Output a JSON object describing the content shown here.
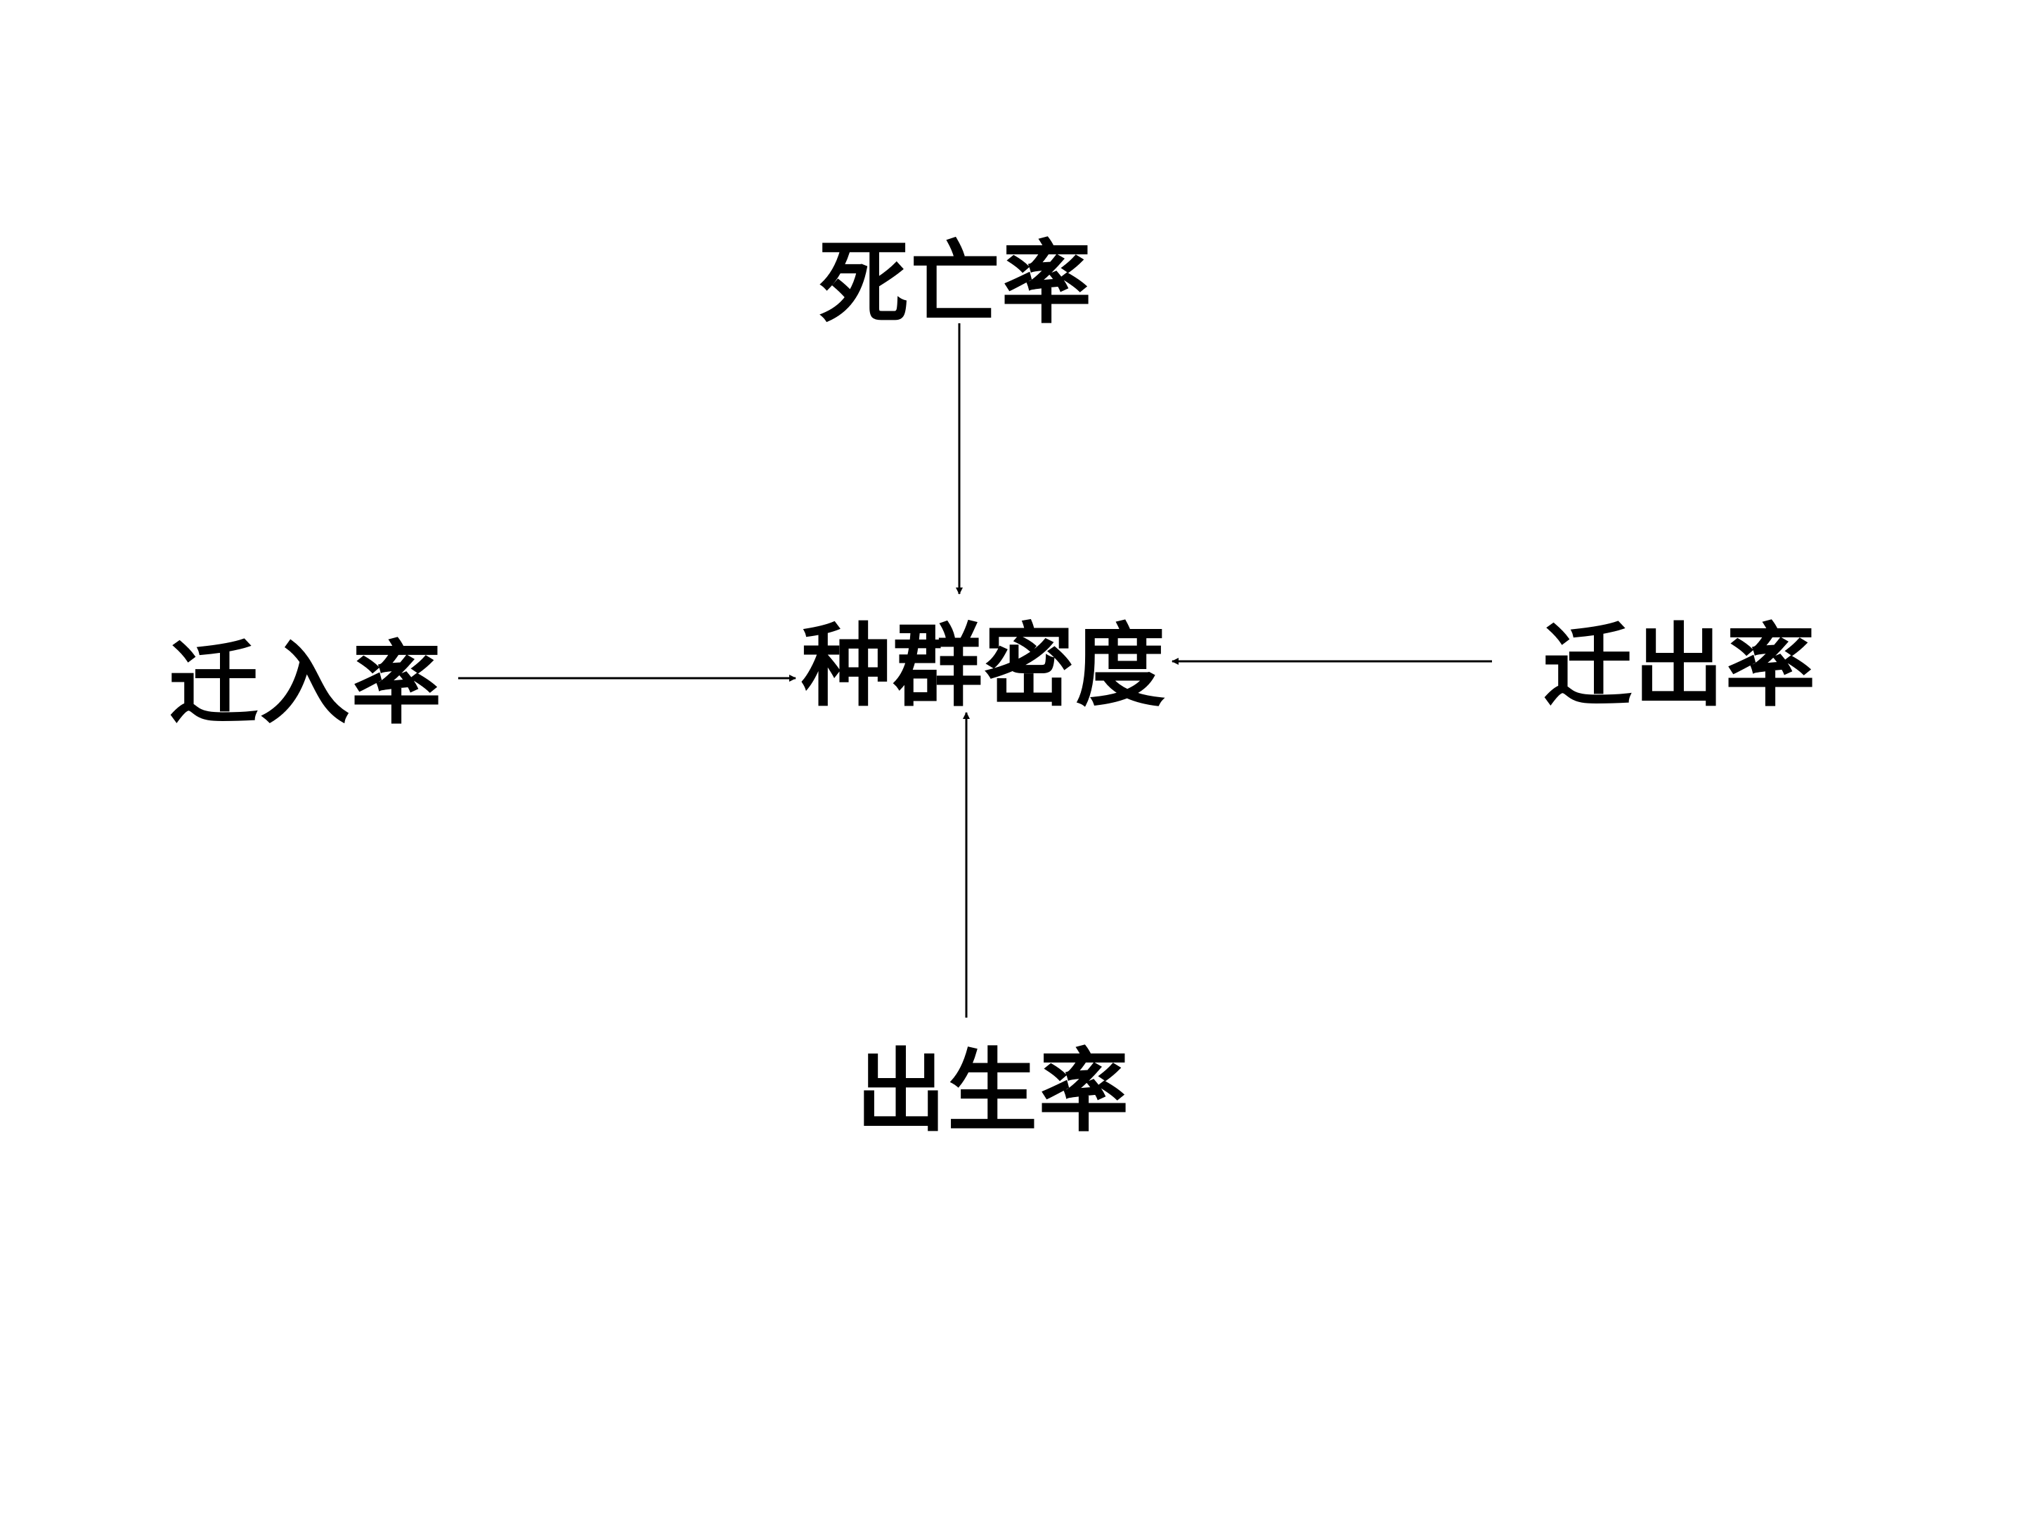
{
  "diagram": {
    "center": {
      "label": "种群密度"
    },
    "nodes": {
      "death_rate": "死亡率",
      "immigration_rate": "迁入率",
      "emigration_rate": "迁出率",
      "birth_rate": "出生率"
    },
    "edges": [
      {
        "from": "死亡率",
        "to": "种群密度"
      },
      {
        "from": "迁入率",
        "to": "种群密度"
      },
      {
        "from": "迁出率",
        "to": "种群密度"
      },
      {
        "from": "出生率",
        "to": "种群密度"
      }
    ],
    "colors": {
      "background": "#ffffff",
      "text": "#000000",
      "line": "#000000"
    }
  }
}
